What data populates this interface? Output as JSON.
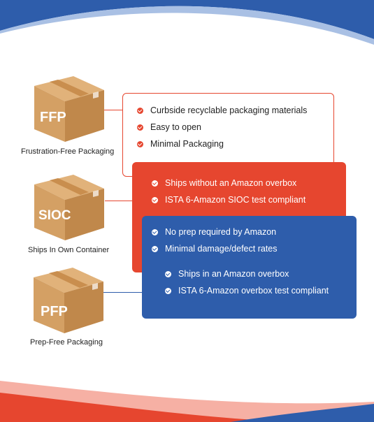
{
  "colors": {
    "accent_red": "#e6462f",
    "accent_blue": "#2e5dab",
    "box_tan": "#d4a064"
  },
  "boxes": [
    {
      "code": "FFP",
      "caption": "Frustration-Free Packaging"
    },
    {
      "code": "SIOC",
      "caption": "Ships In Own Container"
    },
    {
      "code": "PFP",
      "caption": "Prep-Free Packaging"
    }
  ],
  "ffp_panel": {
    "items": [
      "Curbside recyclable packaging materials",
      "Easy to open",
      "Minimal Packaging"
    ]
  },
  "sioc_panel": {
    "items": [
      "Ships without an Amazon overbox",
      "ISTA 6-Amazon SIOC test compliant"
    ]
  },
  "pfp_panel": {
    "items": [
      "No prep required by Amazon",
      "Minimal damage/defect rates"
    ],
    "sub_items": [
      "Ships in an Amazon overbox",
      "ISTA 6-Amazon overbox test compliant"
    ]
  }
}
